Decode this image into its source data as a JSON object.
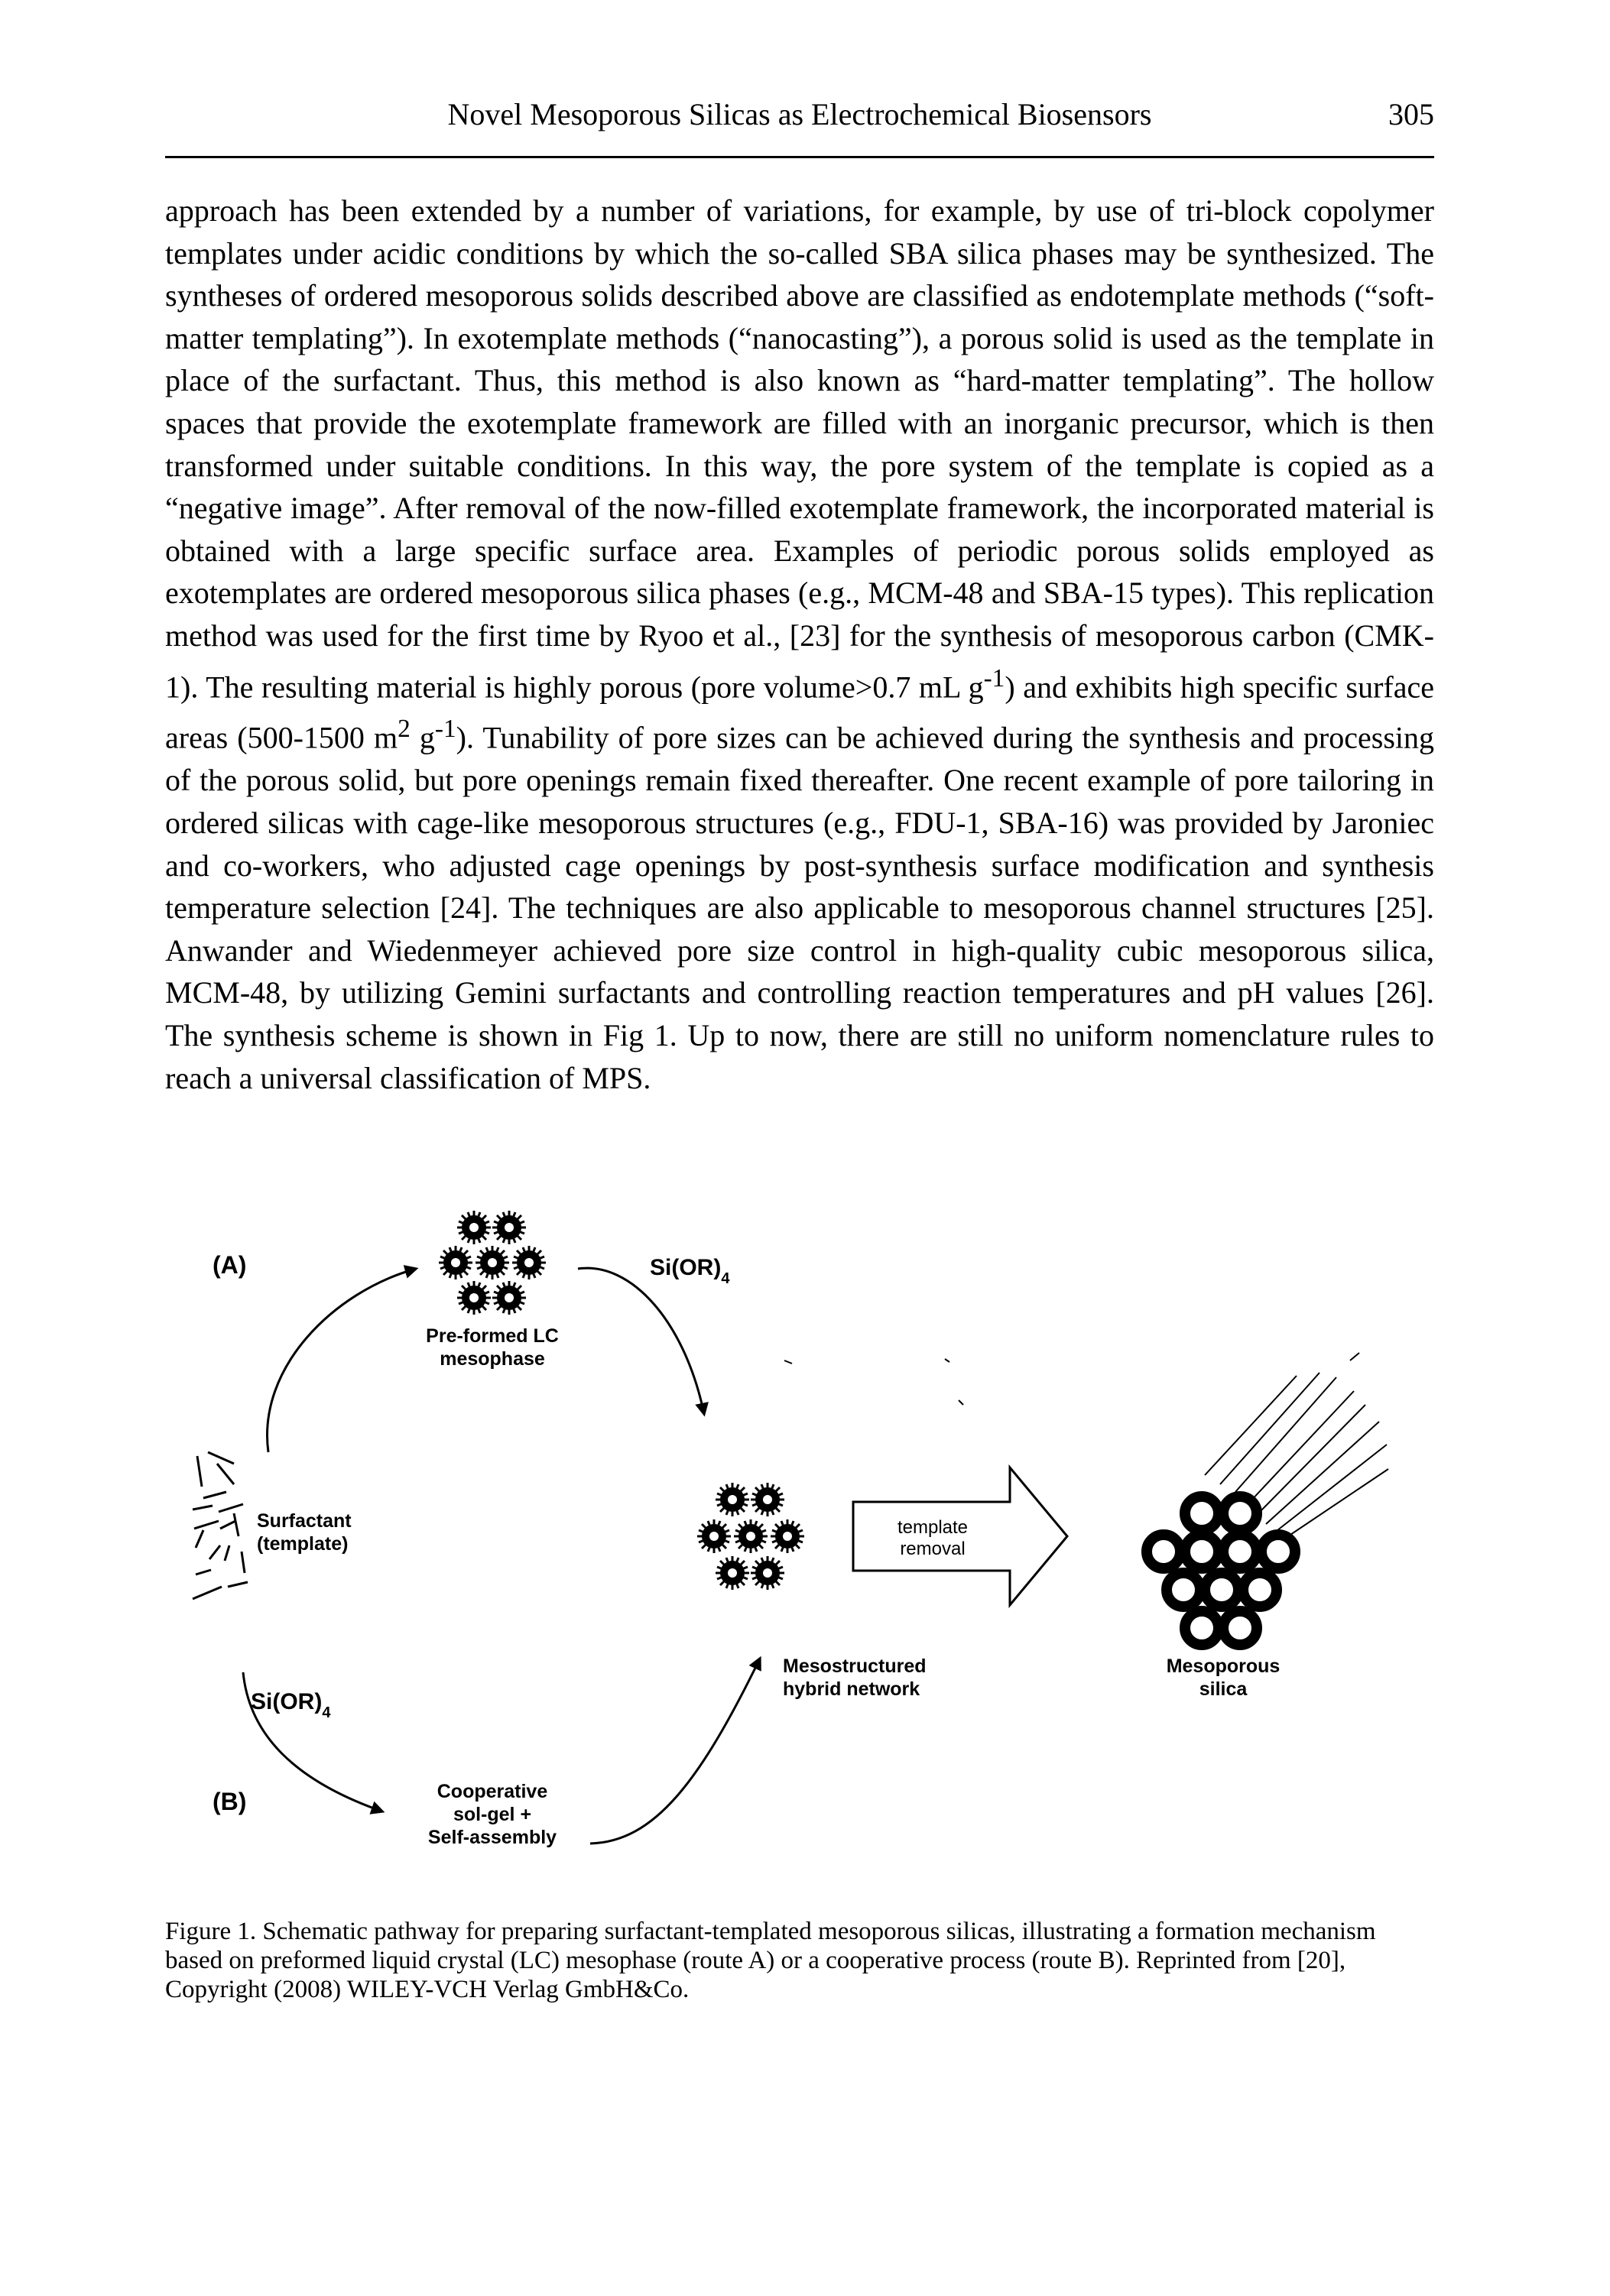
{
  "header": {
    "title": "Novel Mesoporous Silicas as Electrochemical Biosensors",
    "page_number": "305"
  },
  "body": {
    "s1": "approach has been extended by a number of variations, for example, by use of tri-block copolymer templates under acidic conditions by which the so-called SBA silica phases may be synthesized. The syntheses of ordered mesoporous solids described above are classified as endotemplate methods (“soft-matter templating”). In exotemplate methods (“nanocasting”), a porous solid is used as the template in place of the surfactant. Thus, this method is also known as “hard-matter templating”. The hollow spaces that provide the exotemplate framework are filled with an inorganic precursor, which is then transformed under suitable conditions. In this way, the pore system of the template is copied as a “negative image”. After removal of the now-filled exotemplate framework, the incorporated material is obtained with a large specific surface area. Examples of periodic porous solids employed as exotemplates are ordered mesoporous silica phases (e.g., MCM-48 and SBA-15 types). This replication method was used for the first time by Ryoo et al., [23] for the synthesis of mesoporous carbon (CMK-1). The resulting material is highly porous (pore volume",
    "gt": ">",
    "s2": "0.7 mL g",
    "sup1": "-1",
    "s3": ") and exhibits high specific surface areas (500-1500 m",
    "sup2": "2",
    "s4": " g",
    "sup3": "-1",
    "s5": "). Tunability of pore sizes can be achieved during the synthesis and processing of the porous solid, but pore openings remain fixed thereafter. One recent example of pore tailoring in ordered silicas with cage-like mesoporous structures (e.g., FDU-1, SBA-16) was provided by Jaroniec and co-workers, who adjusted cage openings by post-synthesis surface modification and synthesis temperature selection [24]. The techniques are also applicable to mesoporous channel structures [25]. Anwander and Wiedenmeyer achieved pore size control in high-quality cubic mesoporous silica, MCM-48, by utilizing Gemini surfactants and controlling reaction temperatures and pH values [26]. The synthesis scheme is shown in Fig 1. Up to now, there are still no uniform nomenclature rules to reach a universal classification of MPS."
  },
  "figure": {
    "route_a": "(A)",
    "route_b": "(B)",
    "sior4_top": "Si(OR)",
    "sior4_top_sub": "4",
    "sior4_left": "Si(OR)",
    "sior4_left_sub": "4",
    "preformed_line1": "Pre-formed LC",
    "preformed_line2": "mesophase",
    "surfactant_line1": "Surfactant",
    "surfactant_line2": "(template)",
    "template_removal_line1": "template",
    "template_removal_line2": "removal",
    "mesostructured_line1": "Mesostructured",
    "mesostructured_line2": "hybrid network",
    "mesoporous_line1": "Mesoporous",
    "mesoporous_line2": "silica",
    "cooperative_line1": "Cooperative",
    "cooperative_line2": "sol-gel +",
    "cooperative_line3": "Self-assembly"
  },
  "caption": "Figure 1. Schematic pathway for preparing surfactant-templated mesoporous silicas, illustrating a formation mechanism based on preformed liquid crystal (LC) mesophase (route A) or a cooperative process (route B). Reprinted from [20], Copyright (2008) WILEY-VCH Verlag GmbH&Co."
}
